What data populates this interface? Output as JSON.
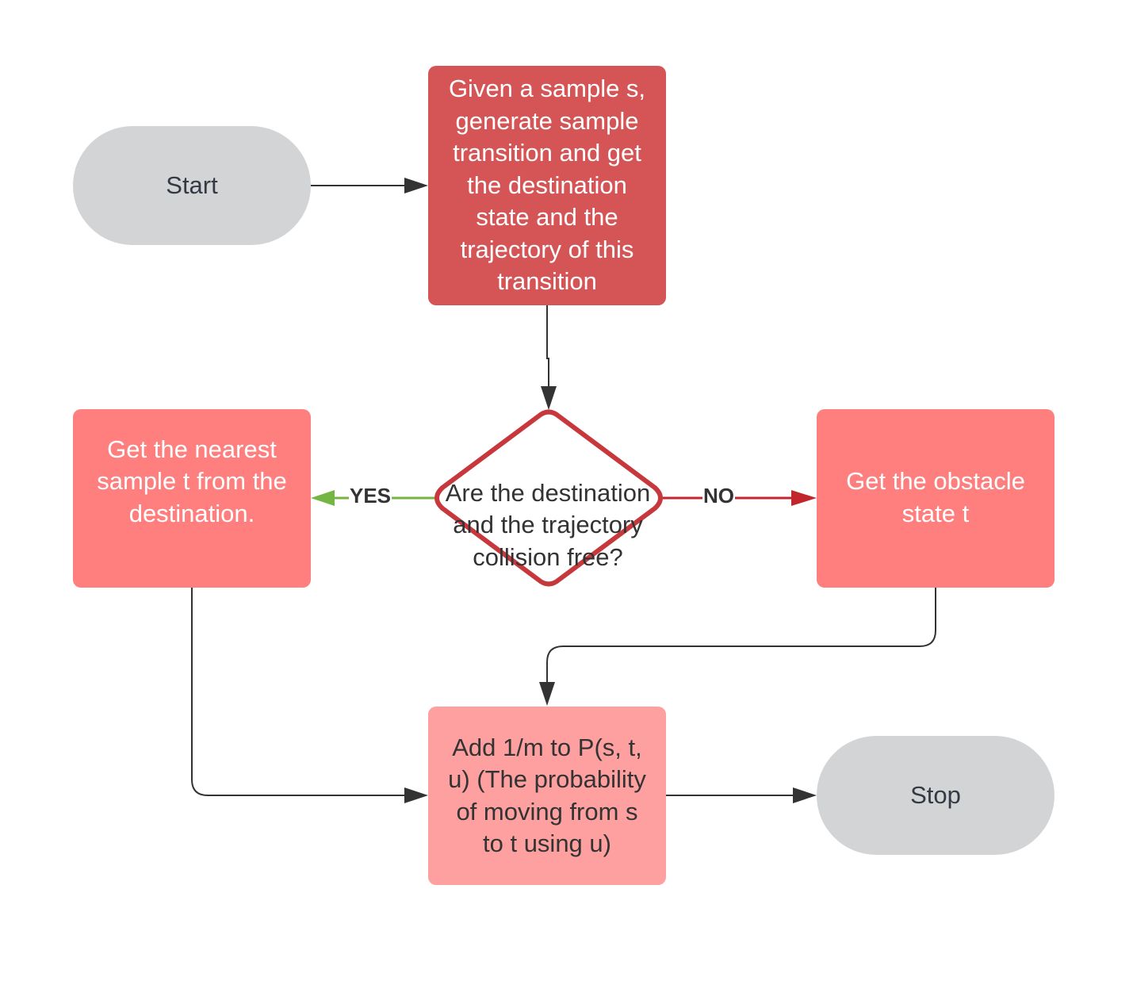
{
  "colors": {
    "terminal_fill": "#d3d4d6",
    "process_dark_fill": "#d55556",
    "process_mid_fill": "#fe7f7e",
    "process_light_fill": "#fe9fa0",
    "decision_border": "#c7383d",
    "yes_arrow": "#75b544",
    "no_arrow": "#c0262c",
    "default_arrow": "#333333",
    "background": "#ffffff"
  },
  "nodes": {
    "start": {
      "label": "Start",
      "shape": "terminal"
    },
    "generate": {
      "label": "Given a sample s,\ngenerate sample\ntransition and get\nthe destination\nstate and the\ntrajectory of this\ntransition",
      "shape": "process"
    },
    "decision": {
      "label": "Are the destination\nand the trajectory\ncollision free?",
      "shape": "decision"
    },
    "nearest": {
      "label": "Get the nearest\nsample t from the\ndestination.",
      "shape": "process"
    },
    "obstacle": {
      "label": "Get the obstacle\nstate t",
      "shape": "process"
    },
    "add_prob": {
      "label": "Add 1/m to P(s, t,\nu) (The probability\nof moving from s\nto t using u)",
      "shape": "process"
    },
    "stop": {
      "label": "Stop",
      "shape": "terminal"
    }
  },
  "edges": [
    {
      "from": "start",
      "to": "generate",
      "label": ""
    },
    {
      "from": "generate",
      "to": "decision",
      "label": ""
    },
    {
      "from": "decision",
      "to": "nearest",
      "label": "YES"
    },
    {
      "from": "decision",
      "to": "obstacle",
      "label": "NO"
    },
    {
      "from": "nearest",
      "to": "add_prob",
      "label": ""
    },
    {
      "from": "obstacle",
      "to": "add_prob",
      "label": ""
    },
    {
      "from": "add_prob",
      "to": "stop",
      "label": ""
    }
  ],
  "icons": {
    "arrowhead": "filled-triangle-arrowhead"
  }
}
